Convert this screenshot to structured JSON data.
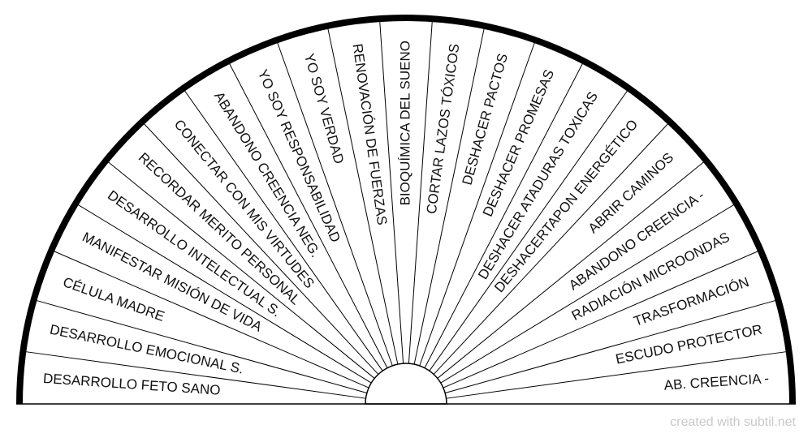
{
  "chart": {
    "segments": [
      "DESARROLLO FETO SANO",
      "DESARROLLO EMOCIONAL S.",
      "CÉLULA MADRE",
      "MANIFESTAR MISIÓN DE VIDA",
      "DESARROLLO INTELECTUAL S.",
      "RECORDAR MERITO PERSONAL",
      "CONECTAR CON MIS VIRTUDES",
      "ABANDONO CREENCIA NEG.",
      "YO SOY RESPONSABILIDAD",
      "YO SOY VERDAD",
      "RENOVACIÓN DE FUERZAS",
      "BIOQUÍMICA DEL SUENO",
      "CORTAR LAZOS TÓXICOS",
      "DESHACER PACTOS",
      "DESHACER PROMESAS",
      "DESHACER ATADURAS TOXICAS",
      "DESHACERTAPON ENERGÉTICO",
      "ABRIR CAMINOS",
      "ABANDONO CREENCIA -",
      "RADIACIÓN MICROONDAS",
      "TRASFORMACIÓN",
      "ESCUDO PROTECTOR",
      "AB. CREENCIA -"
    ],
    "stroke_color": "#000000",
    "fill_color": "#ffffff"
  },
  "footer": {
    "credit": "created with subtil.net"
  }
}
